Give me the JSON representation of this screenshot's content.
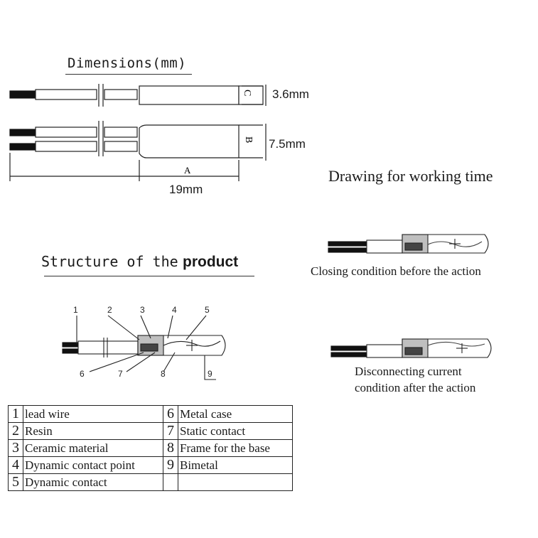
{
  "dimensions": {
    "title": "Dimensions(mm)",
    "thickness": "3.6mm",
    "width": "7.5mm",
    "length": "19mm",
    "marker_c": "C",
    "marker_b": "B",
    "marker_a": "A"
  },
  "working_time": {
    "title": "Drawing for working time",
    "closing_caption": "Closing condition before the action",
    "open_caption_line1": "Disconnecting current",
    "open_caption_line2": "condition after the action"
  },
  "structure": {
    "title_prefix": "Structure of the",
    "title_bold": "product",
    "callouts_top": [
      "1",
      "2",
      "3",
      "4",
      "5"
    ],
    "callouts_bottom": [
      "6",
      "7",
      "8",
      "9"
    ]
  },
  "parts_table": [
    {
      "n1": "1",
      "t1": "lead wire",
      "n2": "6",
      "t2": "Metal case"
    },
    {
      "n1": "2",
      "t1": "Resin",
      "n2": "7",
      "t2": "Static contact"
    },
    {
      "n1": "3",
      "t1": "Ceramic material",
      "n2": "8",
      "t2": "Frame for the base"
    },
    {
      "n1": "4",
      "t1": "Dynamic contact point",
      "n2": "9",
      "t2": "Bimetal"
    },
    {
      "n1": "5",
      "t1": "Dynamic contact",
      "n2": "",
      "t2": ""
    }
  ]
}
